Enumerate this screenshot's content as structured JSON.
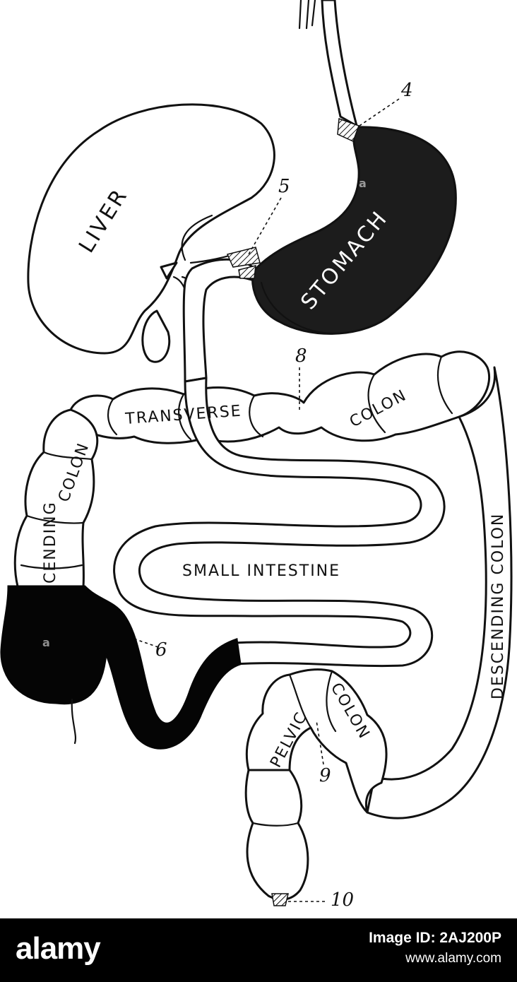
{
  "labels": {
    "liver": "LIVER",
    "stomach": "STOMACH",
    "transverse": "TRANSVERSE",
    "colon_transverse": "COLON",
    "ascending": "CENDING",
    "colon_ascending": "COLON",
    "descending": "DESCENDING COLON",
    "small_intestine": "SMALL INTESTINE",
    "pelvic": "PELVIC",
    "colon_pelvic": "COLON"
  },
  "callouts": {
    "n4": "4",
    "n5": "5",
    "n6": "6",
    "n8": "8",
    "n9": "9",
    "n10": "10"
  },
  "watermark": {
    "logo": "alamy",
    "image_id": "Image ID: 2AJ200P",
    "url": "www.alamy.com",
    "mark": "a"
  },
  "colors": {
    "ink": "#111111",
    "paper": "#ffffff",
    "footer": "#000000"
  }
}
